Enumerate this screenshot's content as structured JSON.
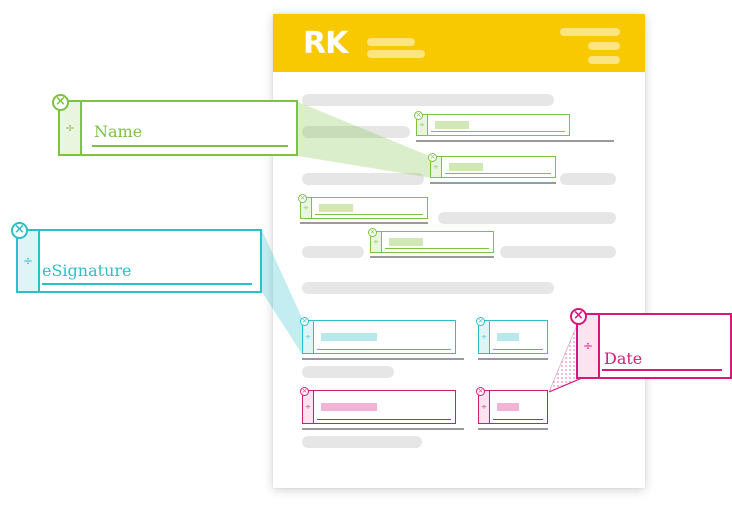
{
  "logo": {
    "text": "RK"
  },
  "callouts": {
    "name": {
      "label": "Name",
      "color": "#7cc243"
    },
    "esignature": {
      "label": "eSignature",
      "color": "#29c0c9"
    },
    "date": {
      "label": "Date",
      "color": "#d4197b"
    }
  },
  "icons": {
    "remove": "close-circle-icon",
    "handle": "divide-icon"
  },
  "glyphs": {
    "remove": "×",
    "handle": "÷"
  },
  "colors": {
    "header": "#f9c900",
    "green": "#7cc243",
    "cyan": "#29c0c9",
    "pink": "#d4197b"
  }
}
